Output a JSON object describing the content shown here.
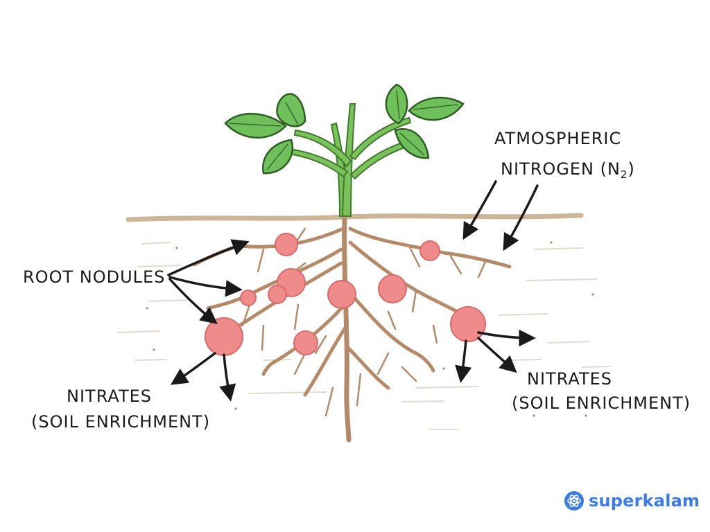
{
  "labels": {
    "atmospheric_line1": "ATMOSPHERIC",
    "atmospheric_line2": "NITROGEN (N",
    "atmospheric_sub": "2",
    "atmospheric_close": ")",
    "root_nodules": "ROOT NODULES",
    "nitrates_left_line1": "NITRATES",
    "nitrates_left_line2": "(SOIL ENRICHMENT)",
    "nitrates_right_line1": "NITRATES",
    "nitrates_right_line2": "(SOIL ENRICHMENT)"
  },
  "brand": {
    "name": "superkalam"
  },
  "colors": {
    "leaf": "#6fbf5a",
    "stem": "#7cc25a",
    "soil_line": "#cdb597",
    "root": "#b58a68",
    "nodule": "#f08b8b",
    "arrow": "#1a1a1a",
    "brand": "#3a7be6"
  }
}
